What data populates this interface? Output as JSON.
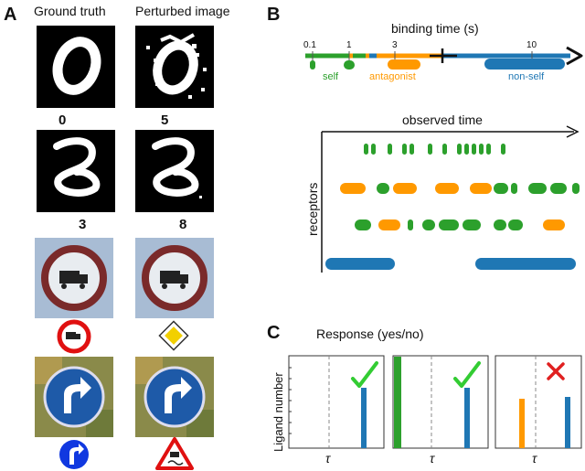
{
  "panelA": {
    "letter": "A",
    "col_headers": [
      "Ground truth",
      "Perturbed image"
    ],
    "rows": [
      {
        "truth": "0",
        "perturbed": "5"
      },
      {
        "truth": "3",
        "perturbed": "8"
      },
      {
        "truth_icon": "no-trucks-sign-icon",
        "perturbed_icon": "priority-road-sign-icon"
      },
      {
        "truth_icon": "turn-right-sign-icon",
        "perturbed_icon": "slippery-road-sign-icon"
      }
    ]
  },
  "panelB": {
    "letter": "B",
    "axis_title": "binding time (s)",
    "ticks": [
      {
        "label": "0.1",
        "value": 0.1
      },
      {
        "label": "1",
        "value": 1
      },
      {
        "label": "3",
        "value": 3
      },
      {
        "label": "10",
        "value": 10
      }
    ],
    "categories": [
      {
        "name": "self",
        "color": "#2ca02c"
      },
      {
        "name": "antagonist",
        "color": "#ff9900"
      },
      {
        "name": "non-self",
        "color": "#1f77b4"
      }
    ],
    "observed_axis": "observed time",
    "y_label": "receptors"
  },
  "panelC": {
    "letter": "C",
    "title": "Response (yes/no)",
    "y_label": "Ligand number",
    "tau_label": "τ",
    "subplots": [
      {
        "response": "yes",
        "mark": "check-icon"
      },
      {
        "response": "yes",
        "mark": "check-icon"
      },
      {
        "response": "no",
        "mark": "cross-icon"
      }
    ]
  },
  "colors": {
    "self": "#2ca02c",
    "antagonist": "#ff9900",
    "nonself": "#1f77b4",
    "check": "#33cc33",
    "cross": "#e02020"
  }
}
